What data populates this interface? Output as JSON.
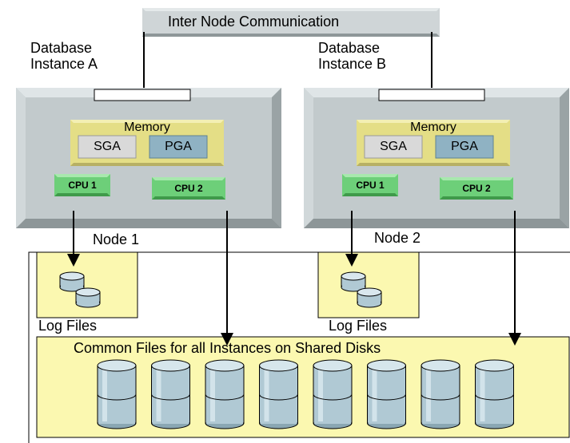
{
  "title": "Inter Node Communication",
  "instances": [
    {
      "line1": "Database",
      "line2": "Instance A"
    },
    {
      "line1": "Database",
      "line2": "Instance B"
    }
  ],
  "nodes": [
    {
      "label": "Node 1",
      "memory": "Memory",
      "sga": "SGA",
      "pga": "PGA",
      "cpu1": "CPU 1",
      "cpu2": "CPU 2"
    },
    {
      "label": "Node 2",
      "memory": "Memory",
      "sga": "SGA",
      "pga": "PGA",
      "cpu1": "CPU 1",
      "cpu2": "CPU 2"
    }
  ],
  "log_files": [
    "Log Files",
    "Log Files"
  ],
  "shared": {
    "title": "Common Files for all Instances on Shared Disks",
    "disk_count": 8
  },
  "colors": {
    "header": "#b9c2c4",
    "node": "#c3cbcd",
    "memory": "#e6e08a",
    "sga": "#d8d8d8",
    "pga": "#8fb3c4",
    "cpu": "#6fd07a",
    "yellow_panel": "#fbf8b0",
    "disk": "#b0c9d4"
  }
}
